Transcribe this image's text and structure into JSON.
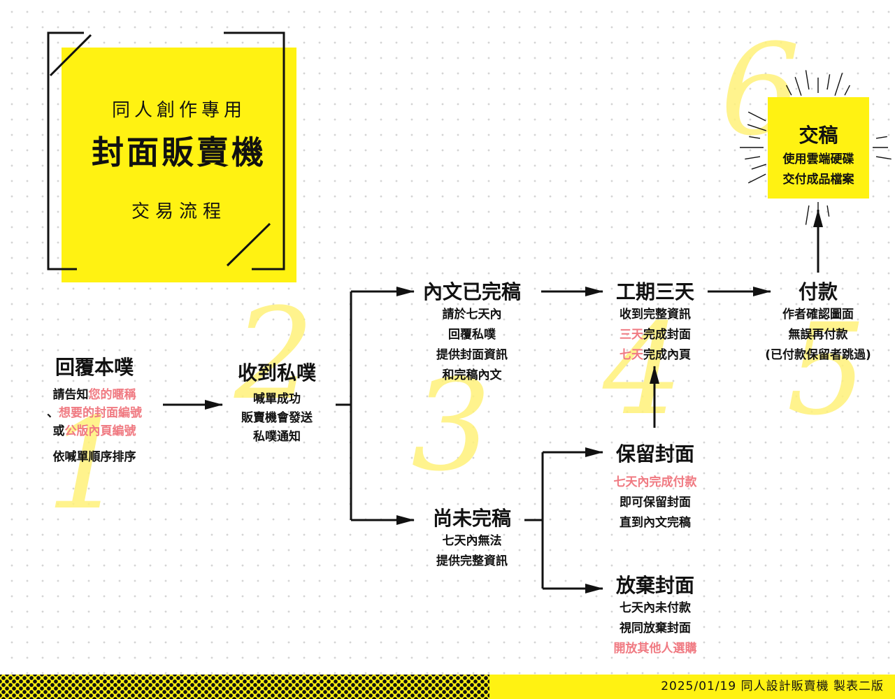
{
  "header": {
    "subtitle": "同人創作專用",
    "title": "封面販賣機",
    "flow_label": "交易流程"
  },
  "steps": {
    "s1": {
      "number": "1",
      "title": "回覆本噗",
      "line1_a": "請告知",
      "line1_b": "您的暱稱",
      "line2_a": "、",
      "line2_b": "想要的封面編號",
      "line3_a": "或",
      "line3_b": "公版內頁編號",
      "line4": "依喊單順序排序"
    },
    "s2": {
      "number": "2",
      "title": "收到私噗",
      "lines": [
        "喊單成功",
        "販賣機會發送",
        "私噗通知"
      ]
    },
    "s3": {
      "number": "3",
      "title": "內文已完稿",
      "lines": [
        "請於七天內",
        "回覆私噗",
        "提供封面資訊",
        "和完稿內文"
      ]
    },
    "s4": {
      "number": "4",
      "title": "工期三天",
      "line1": "收到完整資訊",
      "line2_a": "三天",
      "line2_b": "完成封面",
      "line3_a": "七天",
      "line3_b": "完成內頁"
    },
    "s5": {
      "number": "5",
      "title": "付款",
      "lines": [
        "作者確認圖面",
        "無誤再付款",
        "(已付款保留者跳過)"
      ]
    },
    "s6": {
      "number": "6",
      "title": "交稿",
      "lines": [
        "使用雲端硬碟",
        "交付成品檔案"
      ]
    }
  },
  "branches": {
    "not_done": {
      "title": "尚未完稿",
      "lines": [
        "七天內無法",
        "提供完整資訊"
      ]
    },
    "keep": {
      "title": "保留封面",
      "line1": "七天內完成付款",
      "lines": [
        "即可保留封面",
        "直到內文完稿"
      ]
    },
    "abandon": {
      "title": "放棄封面",
      "lines": [
        "七天內未付款",
        "視同放棄封面"
      ],
      "line3": "開放其他人選購"
    }
  },
  "footer": {
    "text": "2025/01/19  同人設計販賣機  製表二版"
  },
  "colors": {
    "accent_yellow": "#FFF212",
    "number_yellow": "#FFF27A",
    "highlight_pink": "#F07A82",
    "ink": "#111111"
  },
  "icons": {
    "flow": "arrow-right-icon",
    "up": "arrow-up-icon",
    "burst": "sunburst-icon"
  }
}
